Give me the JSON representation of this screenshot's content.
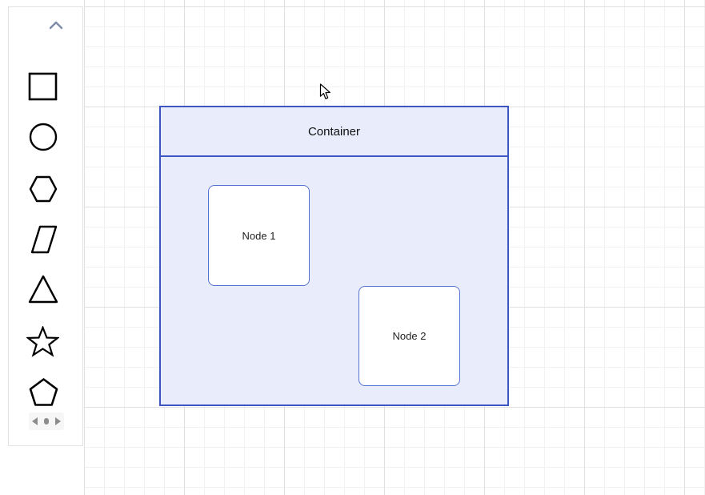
{
  "app": {
    "name": "diagram-editor",
    "view": "paper-with-stencil"
  },
  "stencil": {
    "scroll_up_icon": "chevron-up",
    "shapes": [
      {
        "name": "square"
      },
      {
        "name": "circle"
      },
      {
        "name": "hexagon"
      },
      {
        "name": "parallelogram"
      },
      {
        "name": "triangle"
      },
      {
        "name": "star"
      },
      {
        "name": "pentagon"
      }
    ],
    "pager": {
      "prev_icon": "left-triangle",
      "page_dot_icon": "dot",
      "next_icon": "right-triangle"
    }
  },
  "canvas": {
    "grid": "on",
    "container": {
      "label": "Container"
    },
    "nodes": [
      {
        "label": "Node 1"
      },
      {
        "label": "Node 2"
      }
    ],
    "cursor": "arrow-pointer"
  },
  "colors": {
    "container_fill": "#e9ecfa",
    "container_border": "#3d56c3",
    "node_fill": "#ffffff",
    "node_border": "#5572d2",
    "grid_minor": "#f2f2f2",
    "grid_major": "#e0e0e0",
    "stencil_border": "#e2e2e2",
    "shape_stroke": "#000000",
    "chevron": "#7f8ca6",
    "pager_gray": "#8c8c8c"
  }
}
